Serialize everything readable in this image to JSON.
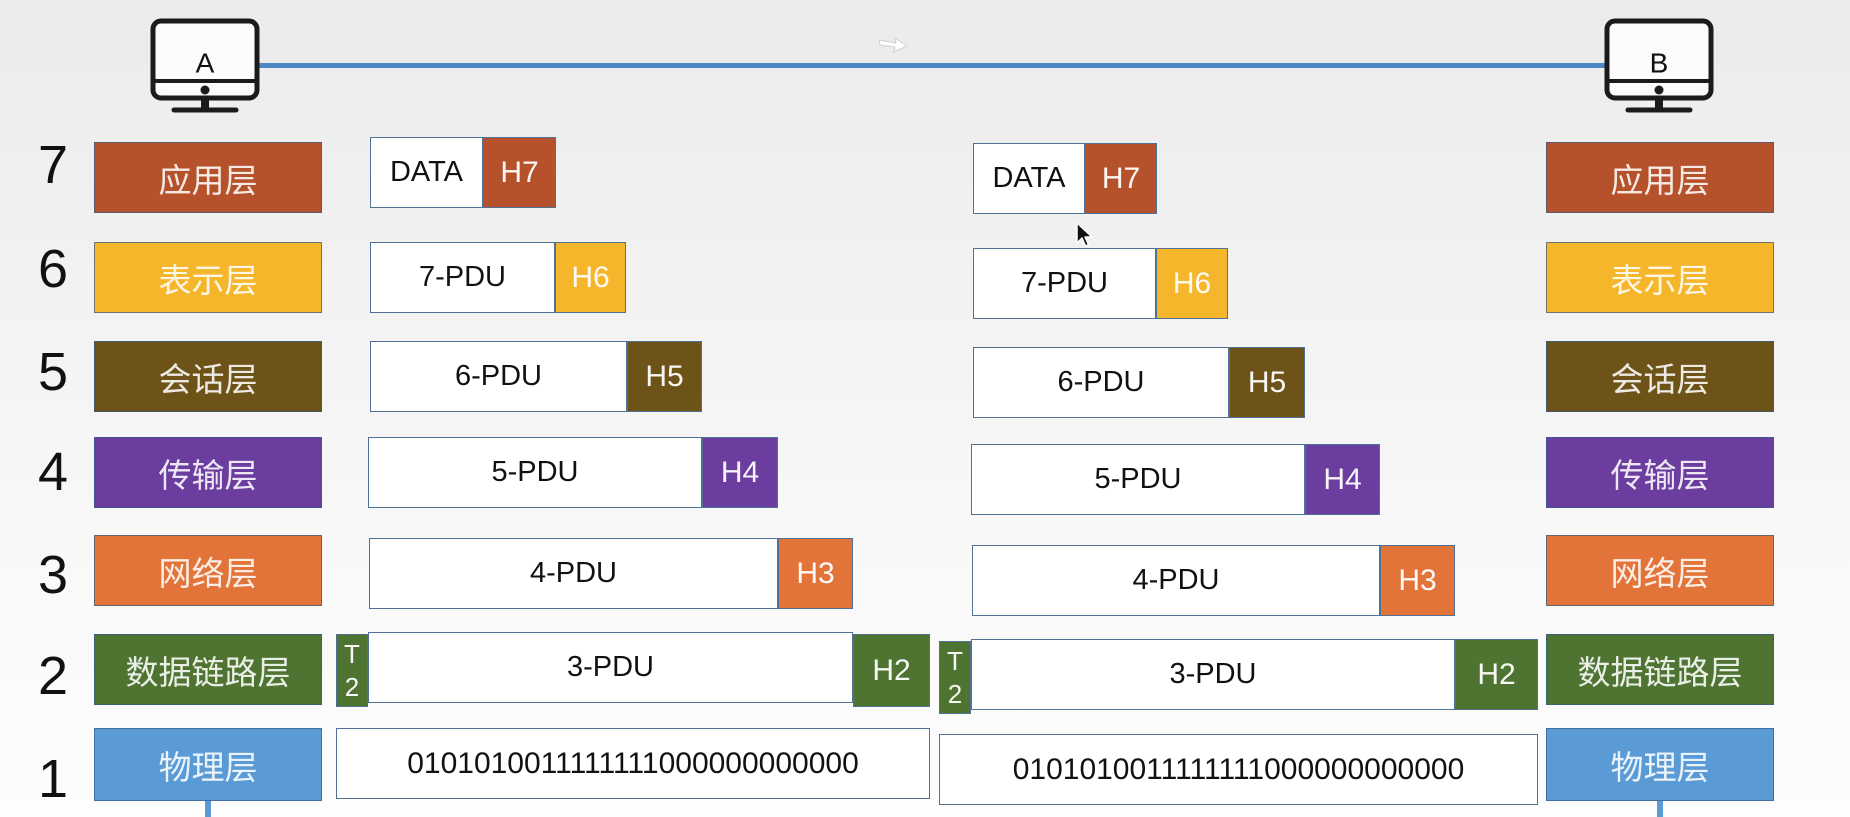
{
  "hosts": {
    "left": "A",
    "right": "B"
  },
  "link_color": "#4F86C6",
  "layers": [
    {
      "number": "7",
      "name": "应用层",
      "color": "#B5522B"
    },
    {
      "number": "6",
      "name": "表示层",
      "color": "#F5B62B"
    },
    {
      "number": "5",
      "name": "会话层",
      "color": "#6E5318"
    },
    {
      "number": "4",
      "name": "传输层",
      "color": "#6A3D9F"
    },
    {
      "number": "3",
      "name": "网络层",
      "color": "#E2743A"
    },
    {
      "number": "2",
      "name": "数据链路层",
      "color": "#4F7432"
    },
    {
      "number": "1",
      "name": "物理层",
      "color": "#5B9BD5"
    }
  ],
  "host_a_units": [
    {
      "body": "DATA",
      "header": "H7"
    },
    {
      "body": "7-PDU",
      "header": "H6"
    },
    {
      "body": "6-PDU",
      "header": "H5"
    },
    {
      "body": "5-PDU",
      "header": "H4"
    },
    {
      "body": "4-PDU",
      "header": "H3"
    },
    {
      "trailer": "T2",
      "body": "3-PDU",
      "header": "H2"
    },
    {
      "bits": "0101010011111111000000000000"
    }
  ],
  "host_b_units": [
    {
      "body": "DATA",
      "header": "H7"
    },
    {
      "body": "7-PDU",
      "header": "H6"
    },
    {
      "body": "6-PDU",
      "header": "H5"
    },
    {
      "body": "5-PDU",
      "header": "H4"
    },
    {
      "body": "4-PDU",
      "header": "H3"
    },
    {
      "trailer": "T2",
      "body": "3-PDU",
      "header": "H2"
    },
    {
      "bits": "0101010011111111000000000000"
    }
  ],
  "icons": {
    "host": "computer-monitor-icon",
    "cursor": "mouse-cursor-icon",
    "pointer": "pointer-mark-icon"
  }
}
